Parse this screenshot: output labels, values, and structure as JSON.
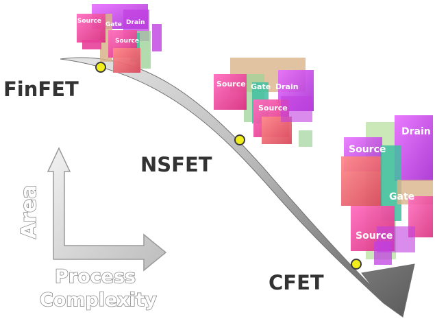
{
  "technologies": [
    {
      "name": "FinFET",
      "parts": {
        "source_top": "Source",
        "gate": "Gate",
        "drain": "Drain",
        "source_bottom": "Source"
      }
    },
    {
      "name": "NSFET",
      "parts": {
        "source_top": "Source",
        "gate": "Gate",
        "drain": "Drain",
        "source_bottom": "Source"
      }
    },
    {
      "name": "CFET",
      "parts": {
        "source_top": "Source",
        "drain": "Drain",
        "gate": "Gate",
        "source_bottom": "Source"
      }
    }
  ],
  "axes": {
    "vertical": "Area",
    "horizontal_line1": "Process",
    "horizontal_line2": "Complexity"
  },
  "colors": {
    "marker_fill": "#f2ee1c",
    "source_pink": "#e8409a",
    "drain_magenta": "#c040e0",
    "gate_tan": "#d9b48a",
    "channel_green": "#3fbfa0"
  }
}
